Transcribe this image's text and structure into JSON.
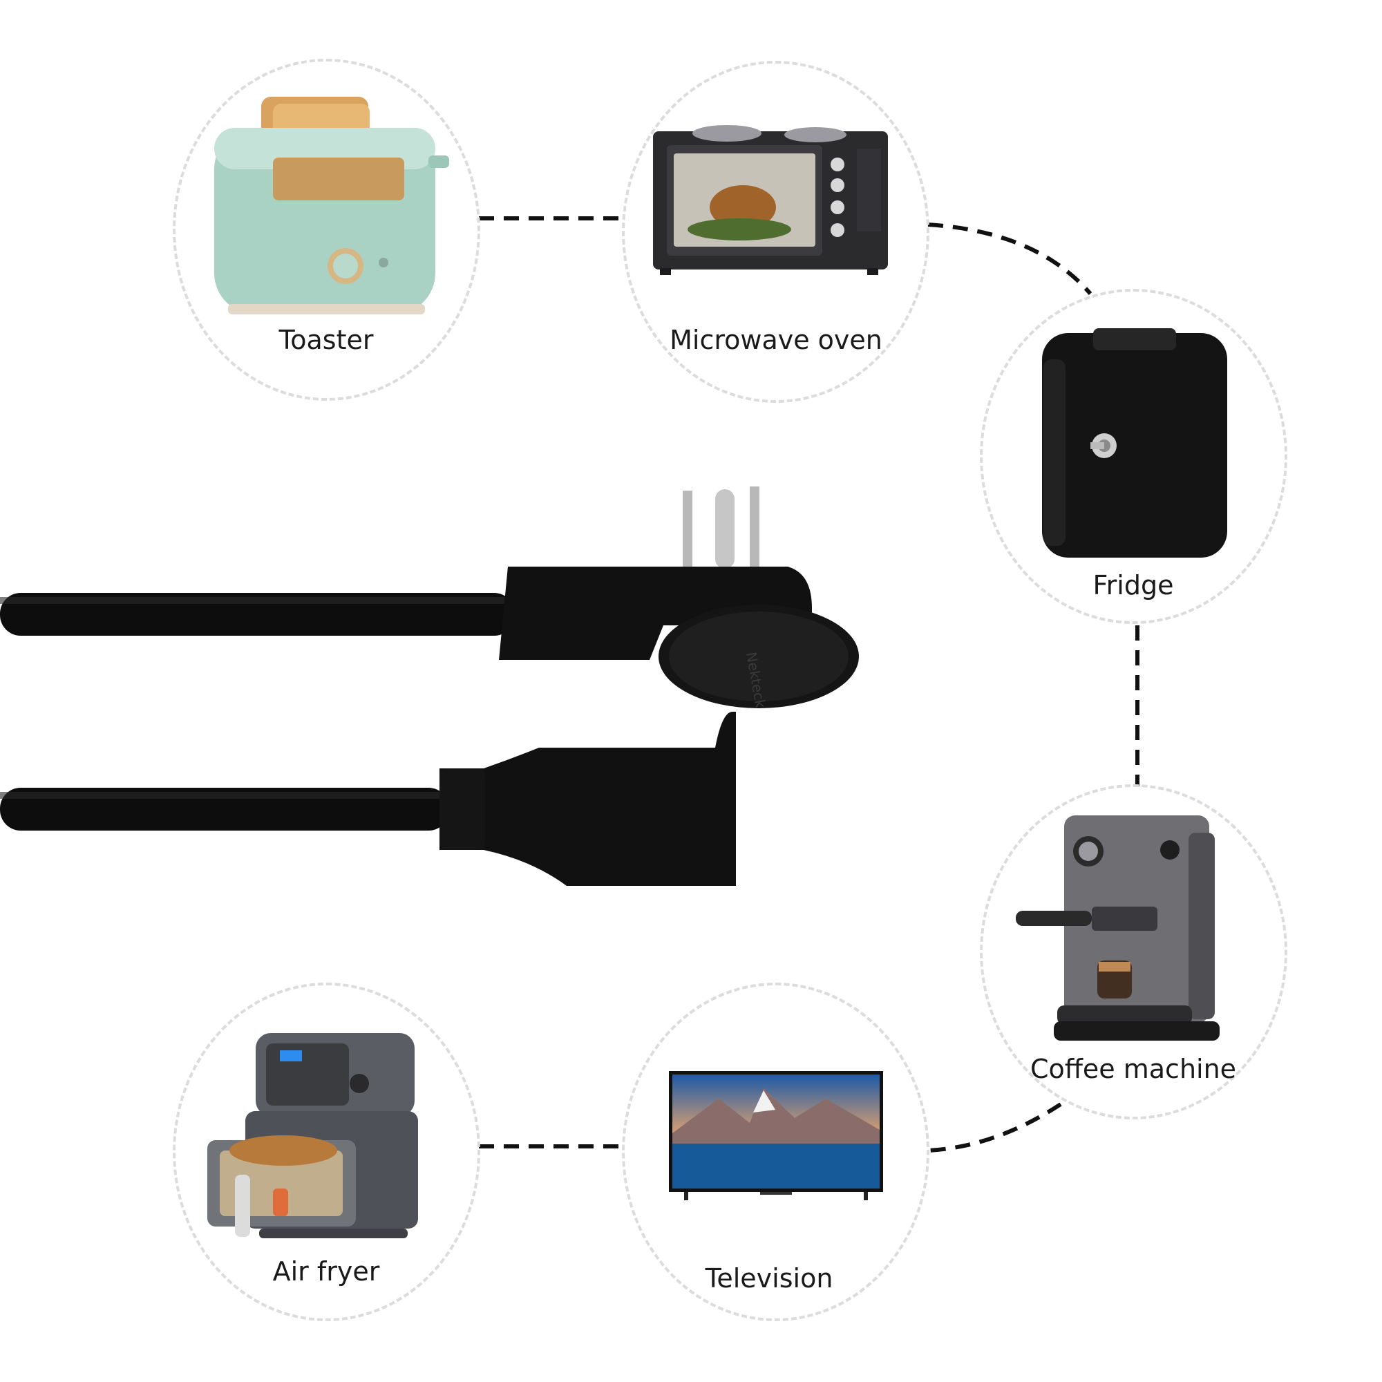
{
  "appliances": {
    "toaster": {
      "label": "Toaster",
      "icon": "toaster-icon"
    },
    "microwave": {
      "label": "Microwave oven",
      "icon": "microwave-oven-icon"
    },
    "fridge": {
      "label": "Fridge",
      "icon": "mini-fridge-icon"
    },
    "coffee": {
      "label": "Coffee machine",
      "icon": "coffee-machine-icon"
    },
    "airfryer": {
      "label": "Air fryer",
      "icon": "air-fryer-icon"
    },
    "television": {
      "label": "Television",
      "icon": "television-icon"
    }
  },
  "product": {
    "name": "extension-cord-flat-plug",
    "brand_text": "Nekteck"
  },
  "colors": {
    "cord": "#0d0d0d",
    "dash_circle": "#dcdcdc",
    "connector": "#111111",
    "text": "#1a1a1a"
  }
}
